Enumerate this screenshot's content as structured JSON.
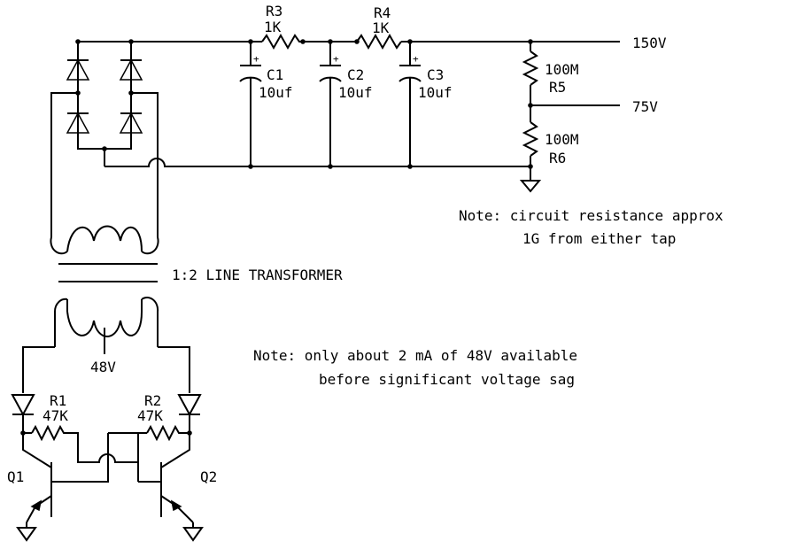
{
  "components": {
    "r3": {
      "ref": "R3",
      "value": "1K"
    },
    "r4": {
      "ref": "R4",
      "value": "1K"
    },
    "c1": {
      "ref": "C1",
      "value": "10uf"
    },
    "c2": {
      "ref": "C2",
      "value": "10uf"
    },
    "c3": {
      "ref": "C3",
      "value": "10uf"
    },
    "r5": {
      "ref": "R5",
      "value": "100M"
    },
    "r6": {
      "ref": "R6",
      "value": "100M"
    },
    "r1": {
      "ref": "R1",
      "value": "47K"
    },
    "r2": {
      "ref": "R2",
      "value": "47K"
    },
    "q1": {
      "ref": "Q1"
    },
    "q2": {
      "ref": "Q2"
    },
    "transformer": {
      "label": "1:2 LINE TRANSFORMER"
    },
    "cap_plus": "+"
  },
  "taps": {
    "high": "150V",
    "mid": "75V",
    "center_tap": "48V"
  },
  "notes": {
    "resistance_line1": "Note: circuit resistance approx",
    "resistance_line2": "1G from either tap",
    "current_line1": "Note: only about 2 mA of 48V available",
    "current_line2": "before significant voltage sag"
  },
  "colors": {
    "ink": "#000000",
    "background": "#ffffff"
  }
}
